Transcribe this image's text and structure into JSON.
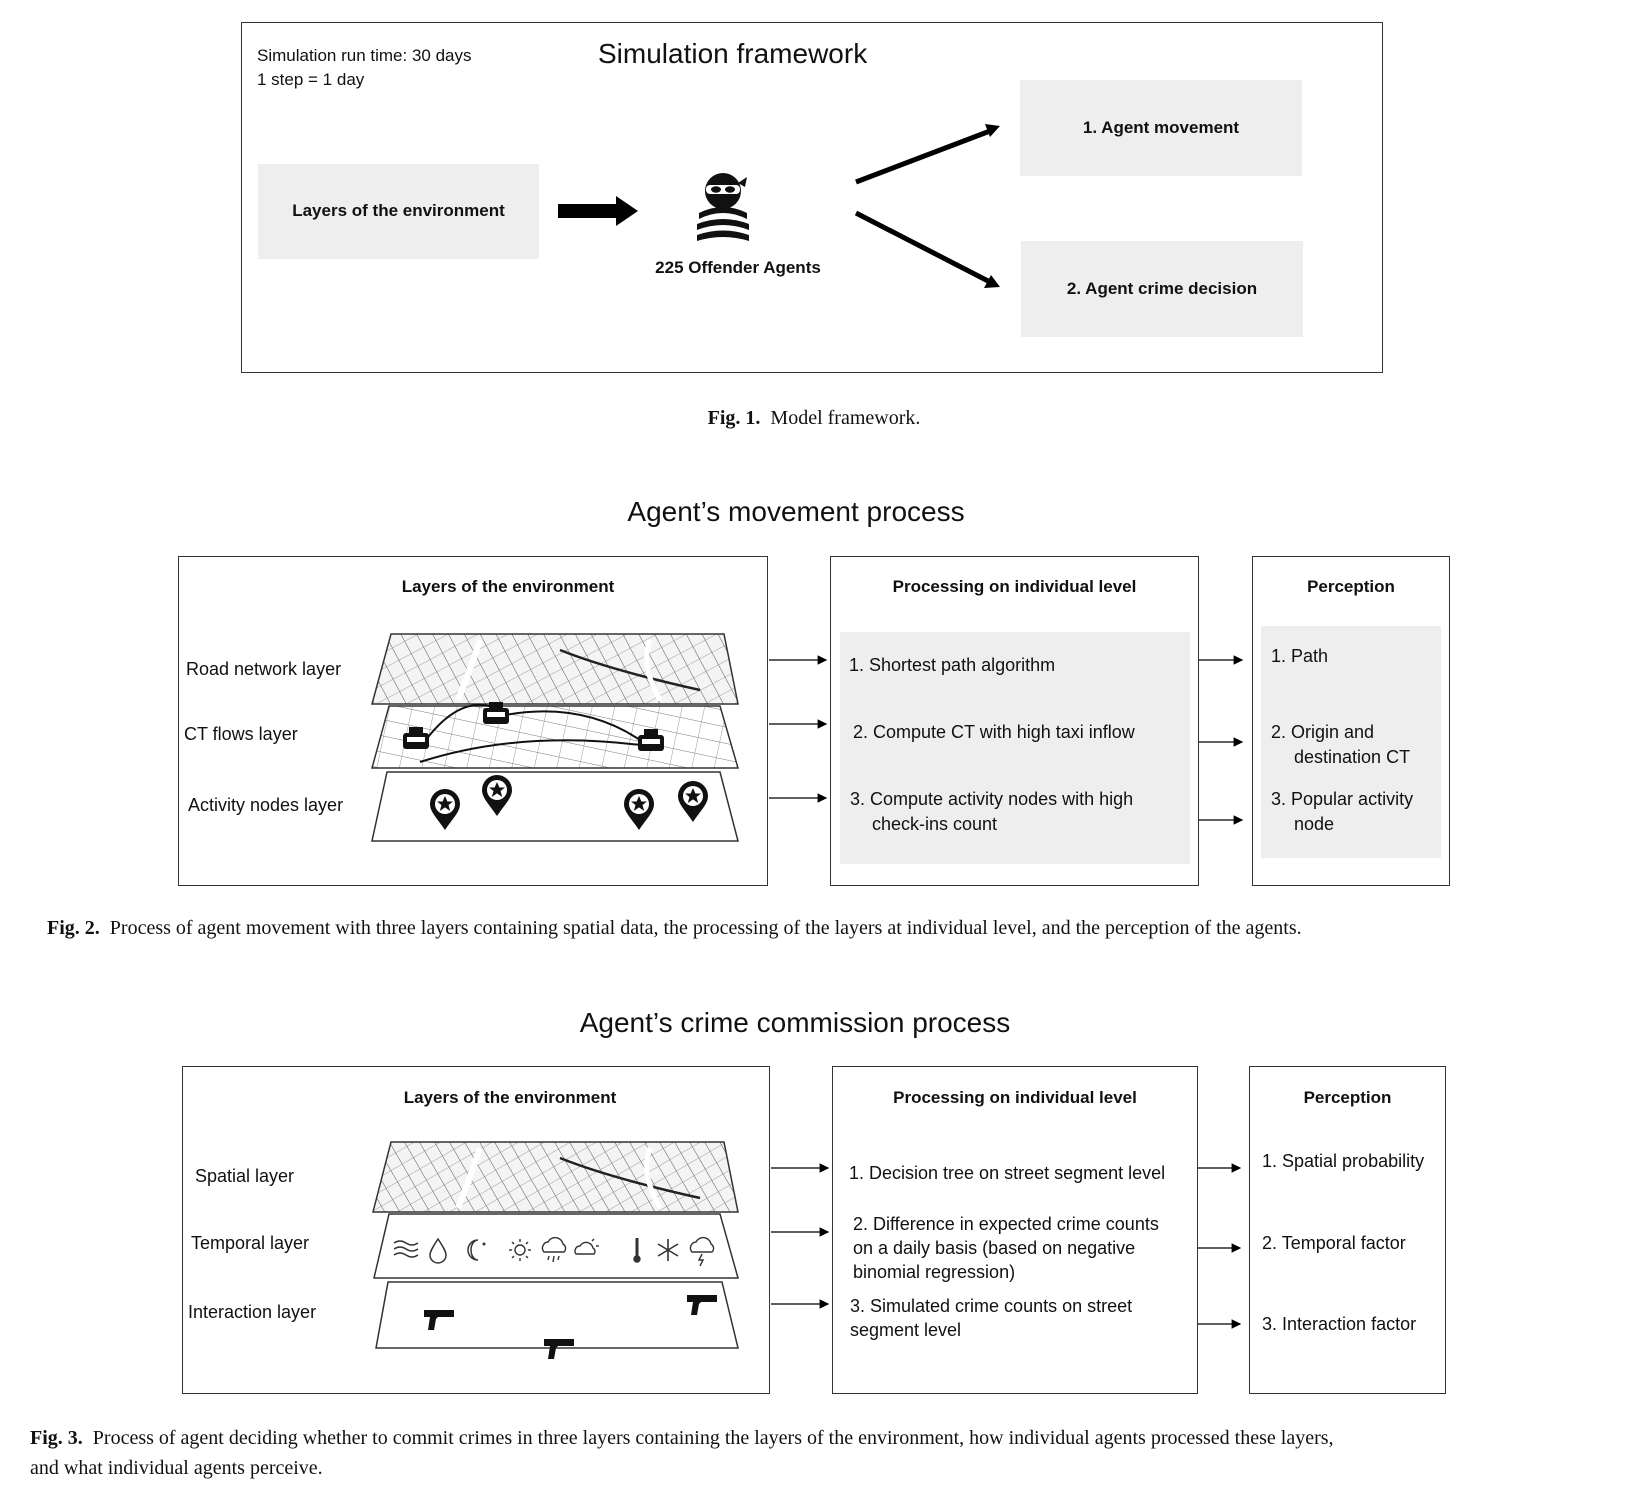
{
  "fig1": {
    "runtime_line1": "Simulation run time: 30 days",
    "runtime_line2": "1 step = 1 day",
    "title": "Simulation framework",
    "layers_box": "Layers of the environment",
    "agents_label": "225 Offender Agents",
    "outcome1": "1. Agent movement",
    "outcome2": "2. Agent crime decision",
    "caption_label": "Fig. 1.",
    "caption_text": "Model framework."
  },
  "fig2": {
    "title": "Agent’s movement process",
    "env_header": "Layers of the environment",
    "layers": [
      "Road network layer",
      "CT flows layer",
      "Activity nodes layer"
    ],
    "proc_header": "Processing on individual level",
    "proc_items": [
      "1. Shortest path algorithm",
      "2. Compute CT with high taxi inflow",
      "3. Compute activity nodes with high",
      "check-ins count"
    ],
    "perc_header": "Perception",
    "perc_items": [
      "1. Path",
      "2. Origin and",
      "destination CT",
      "3. Popular activity",
      "node"
    ],
    "caption_label": "Fig. 2.",
    "caption_text": "Process of agent movement with three layers containing spatial data, the processing of the layers at individual level, and the perception of the agents."
  },
  "fig3": {
    "title": "Agent’s crime commission process",
    "env_header": "Layers of the environment",
    "layers": [
      "Spatial layer",
      "Temporal layer",
      "Interaction layer"
    ],
    "proc_header": "Processing on individual level",
    "proc_items": [
      "1. Decision tree on street segment level",
      "2. Difference in expected crime counts",
      "on a daily basis (based on negative",
      "binomial regression)",
      "3. Simulated crime counts on street",
      "segment level"
    ],
    "perc_header": "Perception",
    "perc_items": [
      "1. Spatial probability",
      "2. Temporal factor",
      "3. Interaction factor"
    ],
    "weather_icons": [
      "wind-icon",
      "drop-icon",
      "moon-icon",
      "sun-icon",
      "rain-cloud-icon",
      "partly-cloudy-icon",
      "thermometer-icon",
      "snowflake-icon",
      "storm-cloud-icon"
    ],
    "caption_label": "Fig. 3.",
    "caption_text_line1": "Process of agent deciding whether to commit crimes in three layers containing the layers of the environment, how individual agents processed these layers,",
    "caption_text_line2": "and what individual agents perceive."
  }
}
